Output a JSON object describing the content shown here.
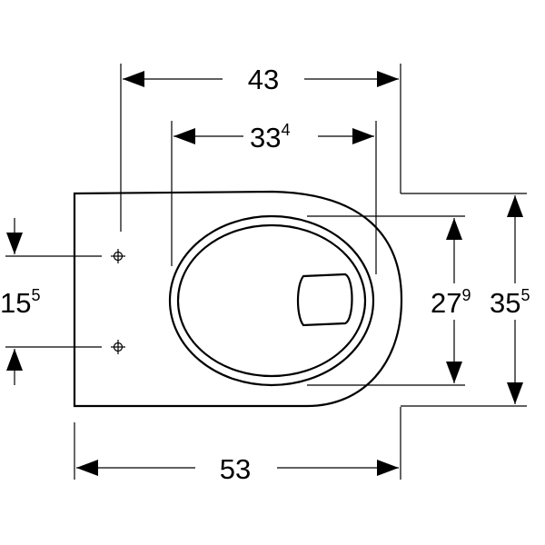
{
  "dimensions": {
    "outer_width": {
      "main": "43",
      "sup": ""
    },
    "inner_width": {
      "main": "33",
      "sup": "4"
    },
    "total_length": {
      "main": "53",
      "sup": ""
    },
    "bowl_height": {
      "main": "27",
      "sup": "9"
    },
    "total_height": {
      "main": "35",
      "sup": "5"
    },
    "bolt_spacing": {
      "main": "15",
      "sup": "5"
    }
  },
  "colors": {
    "line": "#000000",
    "background": "#ffffff"
  }
}
